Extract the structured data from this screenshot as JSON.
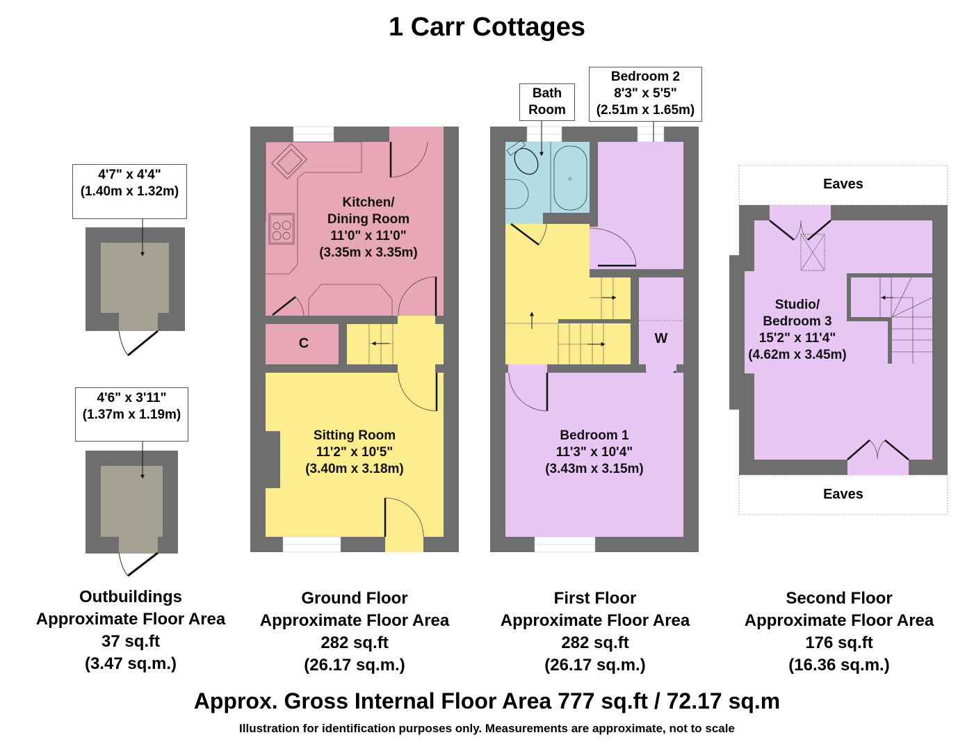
{
  "title": "1 Carr Cottages",
  "colors": {
    "wall": "#6e6e6e",
    "kitchen": "#e8a7b8",
    "hall": "#fbec8e",
    "bedroom": "#e8c6f4",
    "bathroom": "#b3dce4",
    "outbuilding": "#a3a293",
    "window": "#ffffff"
  },
  "outbuildings": {
    "store1": {
      "callout_line1": "4'7\" x 4'4\"",
      "callout_line2": "(1.40m x 1.32m)"
    },
    "store2": {
      "callout_line1": "4'6\" x 3'11\"",
      "callout_line2": "(1.37m x 1.19m)"
    }
  },
  "ground_floor": {
    "kitchen": {
      "name_line1": "Kitchen/",
      "name_line2": "Dining Room",
      "imperial": "11'0\" x 11'0\"",
      "metric": "(3.35m x 3.35m)"
    },
    "cupboard": {
      "name": "C"
    },
    "sitting_room": {
      "name": "Sitting Room",
      "imperial": "11'2\" x 10'5\"",
      "metric": "(3.40m x 3.18m)"
    }
  },
  "first_floor": {
    "bathroom": {
      "callout_line1": "Bath",
      "callout_line2": "Room"
    },
    "bedroom2": {
      "callout_line1": "Bedroom 2",
      "callout_line2": "8'3\" x 5'5\"",
      "callout_line3": "(2.51m x 1.65m)"
    },
    "wardrobe": {
      "name": "W"
    },
    "bedroom1": {
      "name": "Bedroom 1",
      "imperial": "11'3\" x 10'4\"",
      "metric": "(3.43m x 3.15m)"
    }
  },
  "second_floor": {
    "eaves_top": "Eaves",
    "eaves_bottom": "Eaves",
    "studio": {
      "name_line1": "Studio/",
      "name_line2": "Bedroom 3",
      "imperial": "15'2\" x 11'4\"",
      "metric": "(4.62m x 3.45m)"
    }
  },
  "floor_areas": [
    {
      "name": "Outbuildings",
      "label": "Approximate Floor Area",
      "sqft": "37 sq.ft",
      "sqm": "(3.47 sq.m.)"
    },
    {
      "name": "Ground Floor",
      "label": "Approximate Floor Area",
      "sqft": "282 sq.ft",
      "sqm": "(26.17 sq.m.)"
    },
    {
      "name": "First Floor",
      "label": "Approximate Floor Area",
      "sqft": "282 sq.ft",
      "sqm": "(26.17 sq.m.)"
    },
    {
      "name": "Second Floor",
      "label": "Approximate Floor Area",
      "sqft": "176 sq.ft",
      "sqm": "(16.36 sq.m.)"
    }
  ],
  "gross_area": "Approx. Gross Internal Floor Area 777 sq.ft / 72.17 sq.m",
  "disclaimer": "Illustration for identification purposes only. Measurements are approximate, not to scale"
}
